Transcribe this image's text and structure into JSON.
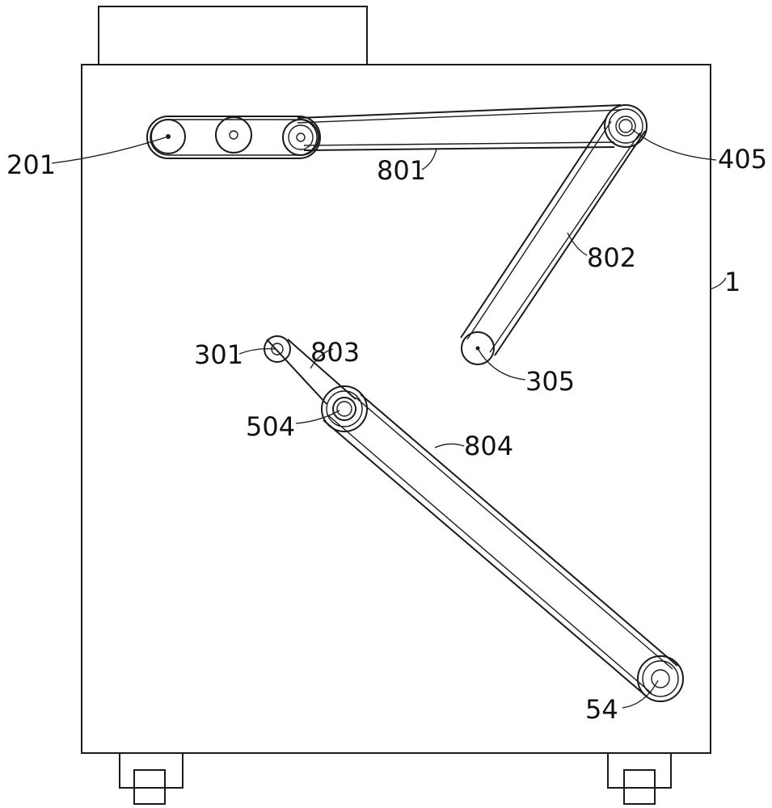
{
  "labels": {
    "l201": "201",
    "l801": "801",
    "l405": "405",
    "l802": "802",
    "l1": "1",
    "l301": "301",
    "l803": "803",
    "l305": "305",
    "l504": "504",
    "l804": "804",
    "l54": "54"
  }
}
